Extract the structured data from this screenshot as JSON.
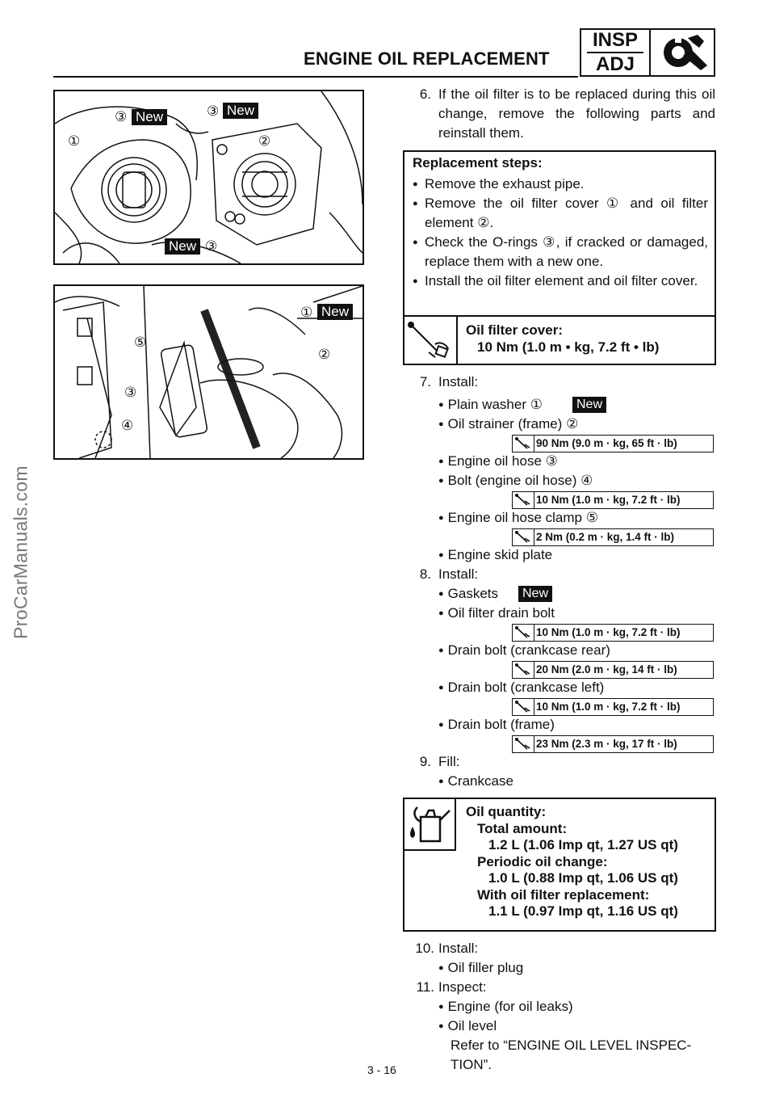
{
  "header": {
    "title": "ENGINE OIL REPLACEMENT",
    "badge_top": "INSP",
    "badge_bottom": "ADJ"
  },
  "figure1": {
    "labels": [
      "①",
      "②",
      "③",
      "③",
      "③"
    ],
    "new_tag": "New"
  },
  "figure2": {
    "labels": [
      "①",
      "②",
      "③",
      "④",
      "⑤"
    ],
    "new_tag": "New"
  },
  "step6": {
    "number": "6.",
    "text": "If the oil filter is to be replaced during this oil change, remove the following parts and reinstall them."
  },
  "replacement": {
    "heading": "Replacement steps:",
    "items": [
      "Remove the exhaust pipe.",
      "Remove the oil filter cover ① and oil filter element ②.",
      "Check the O-rings ③, if cracked or damaged, replace them with a new one.",
      "Install the oil filter element and oil filter cover."
    ],
    "torque_label": "Oil filter cover:",
    "torque_value": "10 Nm (1.0 m • kg, 7.2 ft • lb)"
  },
  "step7": {
    "number": "7.",
    "label": "Install:",
    "items": [
      "Plain washer ①",
      "Oil strainer (frame) ②",
      "Engine oil hose ③",
      "Bolt (engine oil hose) ④",
      "Engine oil hose clamp ⑤",
      "Engine skid plate"
    ],
    "new_tag": "New",
    "torques": [
      "90 Nm (9.0 m · kg, 65 ft · lb)",
      "10 Nm (1.0 m · kg, 7.2 ft · lb)",
      "2 Nm (0.2 m · kg, 1.4 ft · lb)"
    ]
  },
  "step8": {
    "number": "8.",
    "label": "Install:",
    "items": [
      "Gaskets",
      "Oil filter drain bolt",
      "Drain bolt (crankcase rear)",
      "Drain bolt (crankcase left)",
      "Drain bolt (frame)"
    ],
    "new_tag": "New",
    "torques": [
      "10 Nm (1.0 m · kg, 7.2 ft · lb)",
      "20 Nm (2.0 m · kg, 14 ft · lb)",
      "10 Nm (1.0 m · kg, 7.2 ft · lb)",
      "23 Nm (2.3 m · kg, 17 ft · lb)"
    ]
  },
  "step9": {
    "number": "9.",
    "label": "Fill:",
    "items": [
      "Crankcase"
    ]
  },
  "oil_quantity": {
    "heading": "Oil quantity:",
    "total_label": "Total amount:",
    "total_value": "1.2 L (1.06 Imp qt, 1.27 US qt)",
    "periodic_label": "Periodic oil change:",
    "periodic_value": "1.0 L (0.88 Imp qt, 1.06 US qt)",
    "filter_label": "With oil filter replacement:",
    "filter_value": "1.1 L (0.97 Imp qt, 1.16 US qt)"
  },
  "step10": {
    "number": "10.",
    "label": "Install:",
    "items": [
      "Oil filler plug"
    ]
  },
  "step11": {
    "number": "11.",
    "label": "Inspect:",
    "items": [
      "Engine (for oil leaks)",
      "Oil level"
    ],
    "refer_line1": "Refer to “ENGINE OIL LEVEL INSPEC-",
    "refer_line2": "TION”."
  },
  "watermark": "ProCarManuals.com",
  "page_number": "3 - 16"
}
